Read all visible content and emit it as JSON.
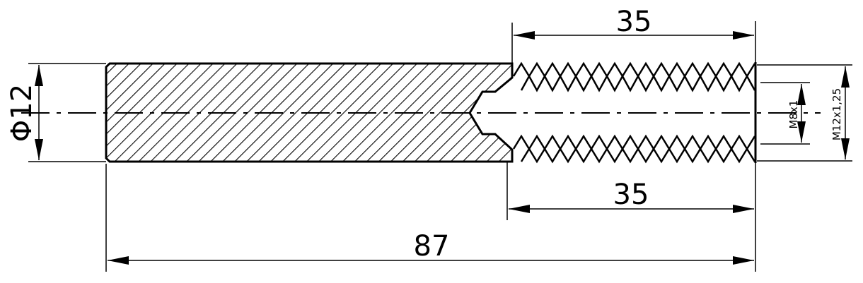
{
  "drawing": {
    "dimensions": {
      "diameter": {
        "symbol": "Φ",
        "value": "12"
      },
      "top_thread_length": "35",
      "bottom_thread_length": "35",
      "overall_length": "87",
      "inner_thread": "M8x1",
      "outer_thread": "M12x1,25"
    }
  }
}
